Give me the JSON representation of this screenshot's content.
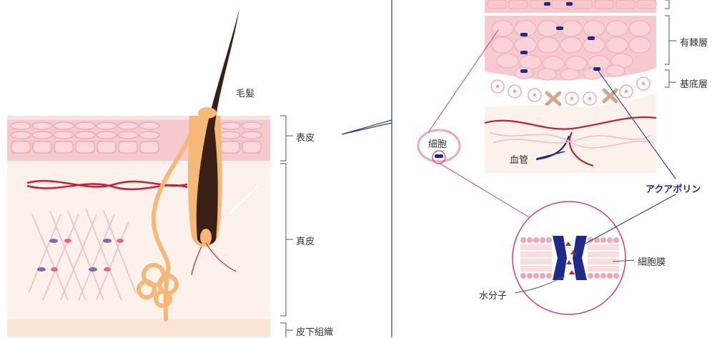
{
  "labels": {
    "hair": "毛髪",
    "epidermis": "表皮",
    "dermis": "真皮",
    "subcutaneous": "皮下組織",
    "spinous_layer": "有棘層",
    "basal_layer": "基底層",
    "cell": "細胞",
    "blood_vessel": "血管",
    "aquaporin": "アクアポリン",
    "cell_membrane": "細胞膜",
    "water_molecule": "水分子"
  },
  "colors": {
    "epidermis_pink": "#f6c9cf",
    "dermis_cream": "#fdf1ec",
    "subcutaneous": "#fbe6d6",
    "hair_dark": "#3a1f14",
    "follicle_orange": "#f5b878",
    "blood_red": "#c81e32",
    "aquaporin_navy": "#1f2a8a",
    "leader_magenta": "#d63a82",
    "leader_navy": "#2b3a8c",
    "bracket_gray": "#555555"
  },
  "icons": [
    "hair-strand",
    "cell",
    "aquaporin-channel",
    "water-molecule"
  ]
}
